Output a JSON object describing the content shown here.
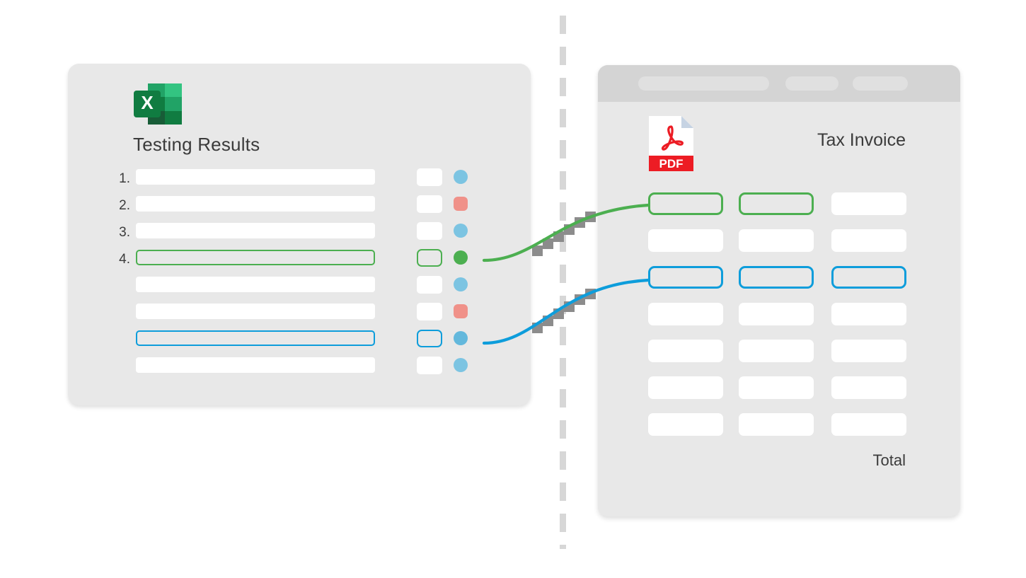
{
  "colors": {
    "green": "#4CAF50",
    "blue": "#0D9DDB",
    "light_blue": "#7CC4E2",
    "salmon": "#F09189",
    "panel_bg": "#E8E8E8",
    "chrome_bg": "#D4D4D4",
    "divider": "#D7D7D7",
    "text": "#3B3B3B"
  },
  "divider": {
    "name": "vertical-dashed-divider",
    "style": "dashed"
  },
  "left_panel": {
    "app_icon": "excel-icon",
    "title": "Testing Results",
    "rows": [
      {
        "number": "1.",
        "highlight": "none",
        "status": "light-blue-dot",
        "status_shape": "circle"
      },
      {
        "number": "2.",
        "highlight": "none",
        "status": "salmon-square",
        "status_shape": "square"
      },
      {
        "number": "3.",
        "highlight": "none",
        "status": "light-blue-dot",
        "status_shape": "circle"
      },
      {
        "number": "4.",
        "highlight": "green",
        "status": "green-dot",
        "status_shape": "circle"
      },
      {
        "number": "",
        "highlight": "none",
        "status": "light-blue-dot",
        "status_shape": "circle"
      },
      {
        "number": "",
        "highlight": "none",
        "status": "salmon-square",
        "status_shape": "square"
      },
      {
        "number": "",
        "highlight": "blue",
        "status": "blue-dot",
        "status_shape": "circle"
      },
      {
        "number": "",
        "highlight": "none",
        "status": "light-blue-dot",
        "status_shape": "circle"
      }
    ]
  },
  "right_panel": {
    "app_icon": "pdf-icon",
    "icon_label": "PDF",
    "title": "Tax Invoice",
    "total_label": "Total",
    "chrome_tabs": [
      "",
      "",
      ""
    ],
    "grid_rows": [
      {
        "cells": [
          "green",
          "green",
          "plain"
        ]
      },
      {
        "cells": [
          "plain",
          "plain",
          "plain"
        ]
      },
      {
        "cells": [
          "blue",
          "blue",
          "blue"
        ]
      },
      {
        "cells": [
          "plain",
          "plain",
          "plain"
        ]
      },
      {
        "cells": [
          "plain",
          "plain",
          "plain"
        ]
      },
      {
        "cells": [
          "plain",
          "plain",
          "plain"
        ]
      },
      {
        "cells": [
          "plain",
          "plain",
          "plain"
        ]
      }
    ]
  },
  "connectors": [
    {
      "name": "green-connector",
      "color": "#4CAF50",
      "from": "left-row-4",
      "to": "invoice-row-1"
    },
    {
      "name": "blue-connector",
      "color": "#0D9DDB",
      "from": "left-row-7",
      "to": "invoice-row-3"
    }
  ]
}
